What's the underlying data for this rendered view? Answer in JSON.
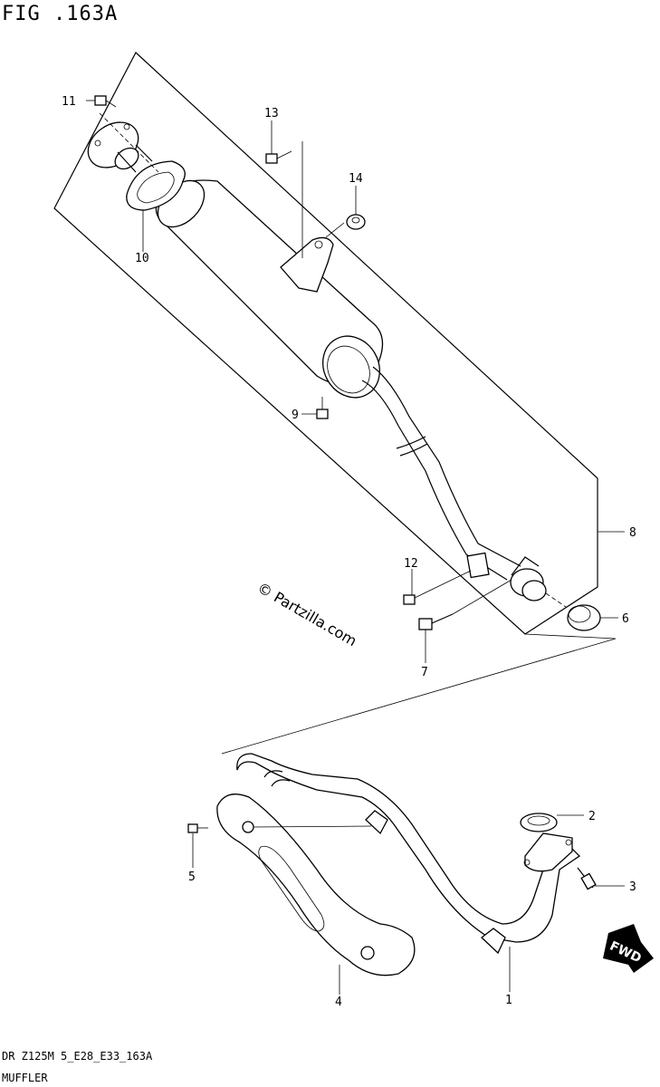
{
  "figure": {
    "title": "FIG .163A",
    "footer_code": "DR Z125M 5_E28_E33_163A",
    "footer_name": "MUFFLER"
  },
  "watermark": "© Partzilla.com",
  "fwd_label": "FWD",
  "callouts": [
    "11",
    "13",
    "14",
    "10",
    "9",
    "8",
    "12",
    "6",
    "7",
    "2",
    "5",
    "3",
    "4",
    "1"
  ]
}
